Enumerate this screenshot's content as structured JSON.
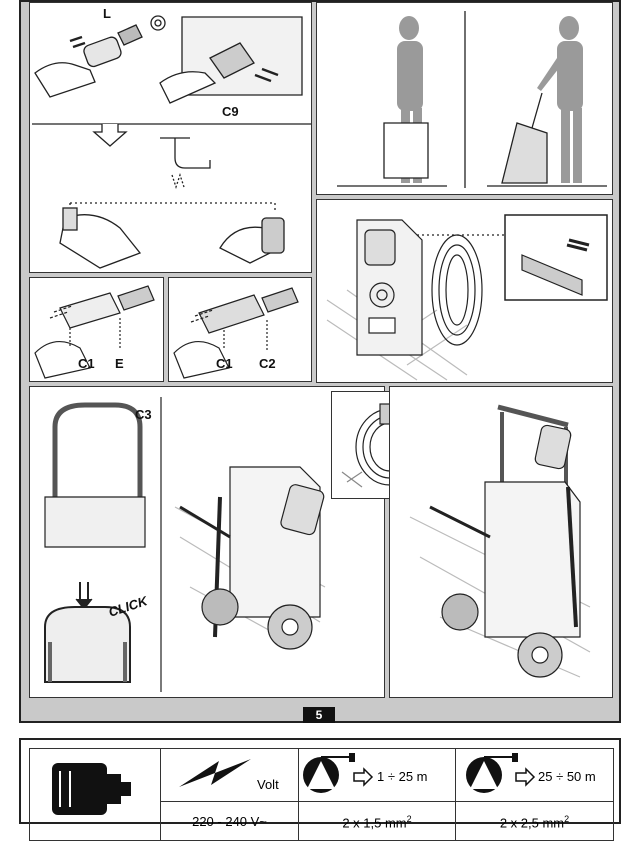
{
  "labels": {
    "L": "L",
    "C9": "C9",
    "C1a": "C1",
    "E": "E",
    "C1b": "C1",
    "C2": "C2",
    "C3": "C3",
    "click": "CLICK"
  },
  "page_number": "5",
  "spec_table": {
    "volt_label": "Volt",
    "hose_short": "1 ÷ 25 m",
    "hose_long": "25 ÷ 50 m",
    "voltage_value": "220 - 240 V~",
    "cable_short": "2 x 1,5 mm",
    "cable_long": "2 x 2,5 mm",
    "superscript": "2"
  }
}
